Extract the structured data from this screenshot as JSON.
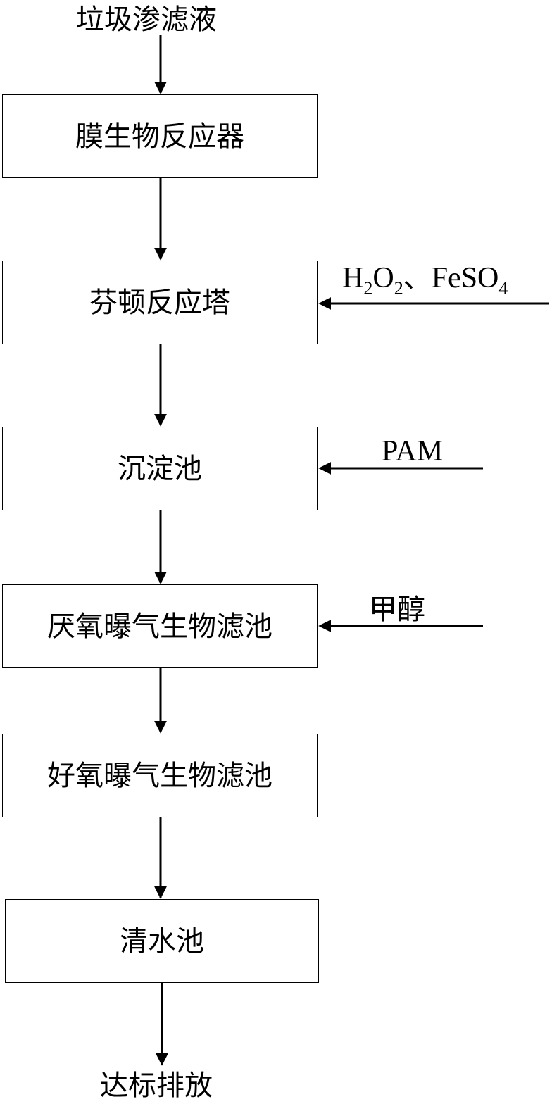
{
  "input_label": "垃圾渗滤液",
  "output_label": "达标排放",
  "steps": [
    {
      "label": "膜生物反应器"
    },
    {
      "label": "芬顿反应塔"
    },
    {
      "label": "沉淀池"
    },
    {
      "label": "厌氧曝气生物滤池"
    },
    {
      "label": "好氧曝气生物滤池"
    },
    {
      "label": "清水池"
    }
  ],
  "additives": {
    "fenton": {
      "h": "H",
      "two_a": "2",
      "o": "O",
      "two_b": "2",
      "sep": "、",
      "feso": "FeSO",
      "four": "4"
    },
    "sedimentation": "PAM",
    "anaerobic": "甲醇"
  }
}
